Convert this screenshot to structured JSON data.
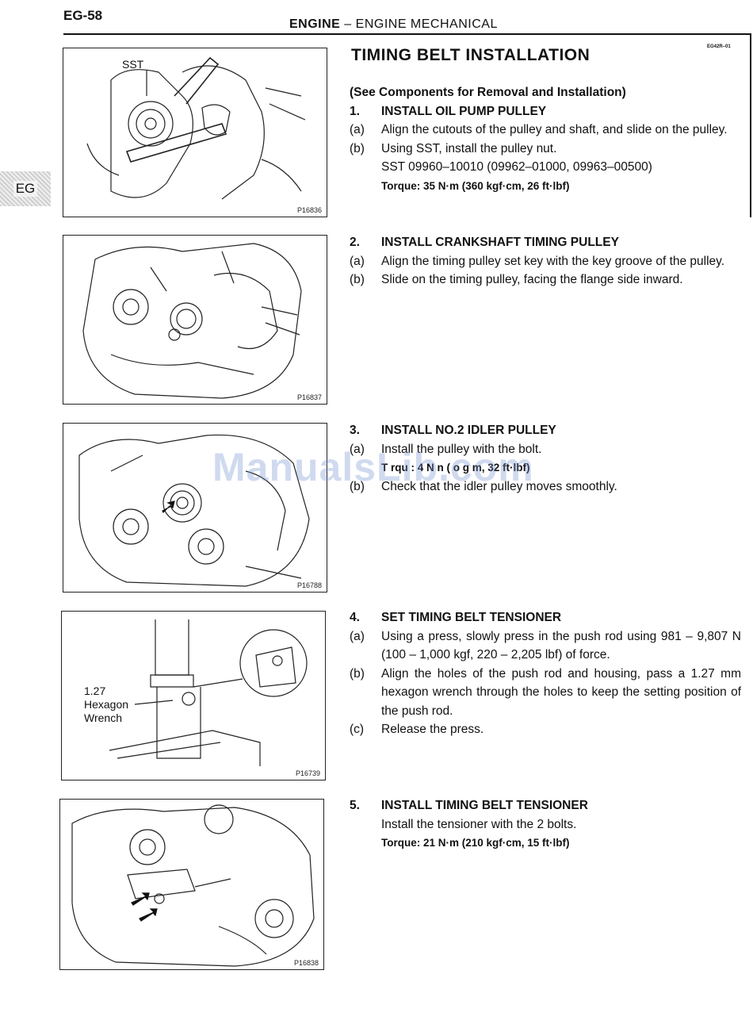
{
  "header": {
    "page_number": "EG-58",
    "section": "ENGINE",
    "separator": " – ",
    "subsection": "ENGINE MECHANICAL",
    "ref_code": "EG42R–01"
  },
  "side_tab": {
    "label": "EG"
  },
  "title": "TIMING BELT INSTALLATION",
  "intro": "(See Components for Removal and Installation)",
  "steps": [
    {
      "num": "1.",
      "heading": "INSTALL OIL PUMP PULLEY",
      "items": [
        {
          "mark": "(a)",
          "text": "Align the cutouts of the pulley and shaft, and slide on the pulley."
        },
        {
          "mark": "(b)",
          "text": "Using SST, install the pulley nut."
        }
      ],
      "sst": "SST 09960–10010 (09962–01000, 09963–00500)",
      "torque": "Torque: 35 N·m (360 kgf·cm, 26 ft·lbf)"
    },
    {
      "num": "2.",
      "heading": "INSTALL CRANKSHAFT TIMING PULLEY",
      "items": [
        {
          "mark": "(a)",
          "text": "Align the timing pulley set key with the key groove of the pulley."
        },
        {
          "mark": "(b)",
          "text": "Slide on the timing pulley, facing the flange side inward."
        }
      ]
    },
    {
      "num": "3.",
      "heading": "INSTALL NO.2 IDLER PULLEY",
      "items": [
        {
          "mark": "(a)",
          "text": "Install the pulley with the bolt."
        }
      ],
      "torque": "T rqu : 4 N n ( o g m, 32 ft·lbf)",
      "items_after": [
        {
          "mark": "(b)",
          "text": "Check that the idler pulley moves smoothly."
        }
      ]
    },
    {
      "num": "4.",
      "heading": "SET TIMING BELT TENSIONER",
      "items": [
        {
          "mark": "(a)",
          "text": "Using a press, slowly press in the push rod using 981 – 9,807 N (100 – 1,000 kgf, 220 – 2,205 lbf) of force."
        },
        {
          "mark": "(b)",
          "text": "Align the holes of the push rod and housing, pass a 1.27 mm hexagon wrench through the holes to keep the setting position of the push rod."
        },
        {
          "mark": "(c)",
          "text": "Release the press."
        }
      ]
    },
    {
      "num": "5.",
      "heading": "INSTALL TIMING BELT TENSIONER",
      "body": "Install the tensioner with the 2 bolts.",
      "torque": "Torque: 21 N·m (210 kgf·cm, 15 ft·lbf)"
    }
  ],
  "figures": [
    {
      "code": "P16836",
      "label": "SST"
    },
    {
      "code": "P16837"
    },
    {
      "code": "P16788"
    },
    {
      "code": "P16739",
      "label_lines": [
        "1.27",
        "Hexagon",
        "Wrench"
      ]
    },
    {
      "code": "P16838"
    }
  ],
  "watermark": "ManualsLib.com"
}
